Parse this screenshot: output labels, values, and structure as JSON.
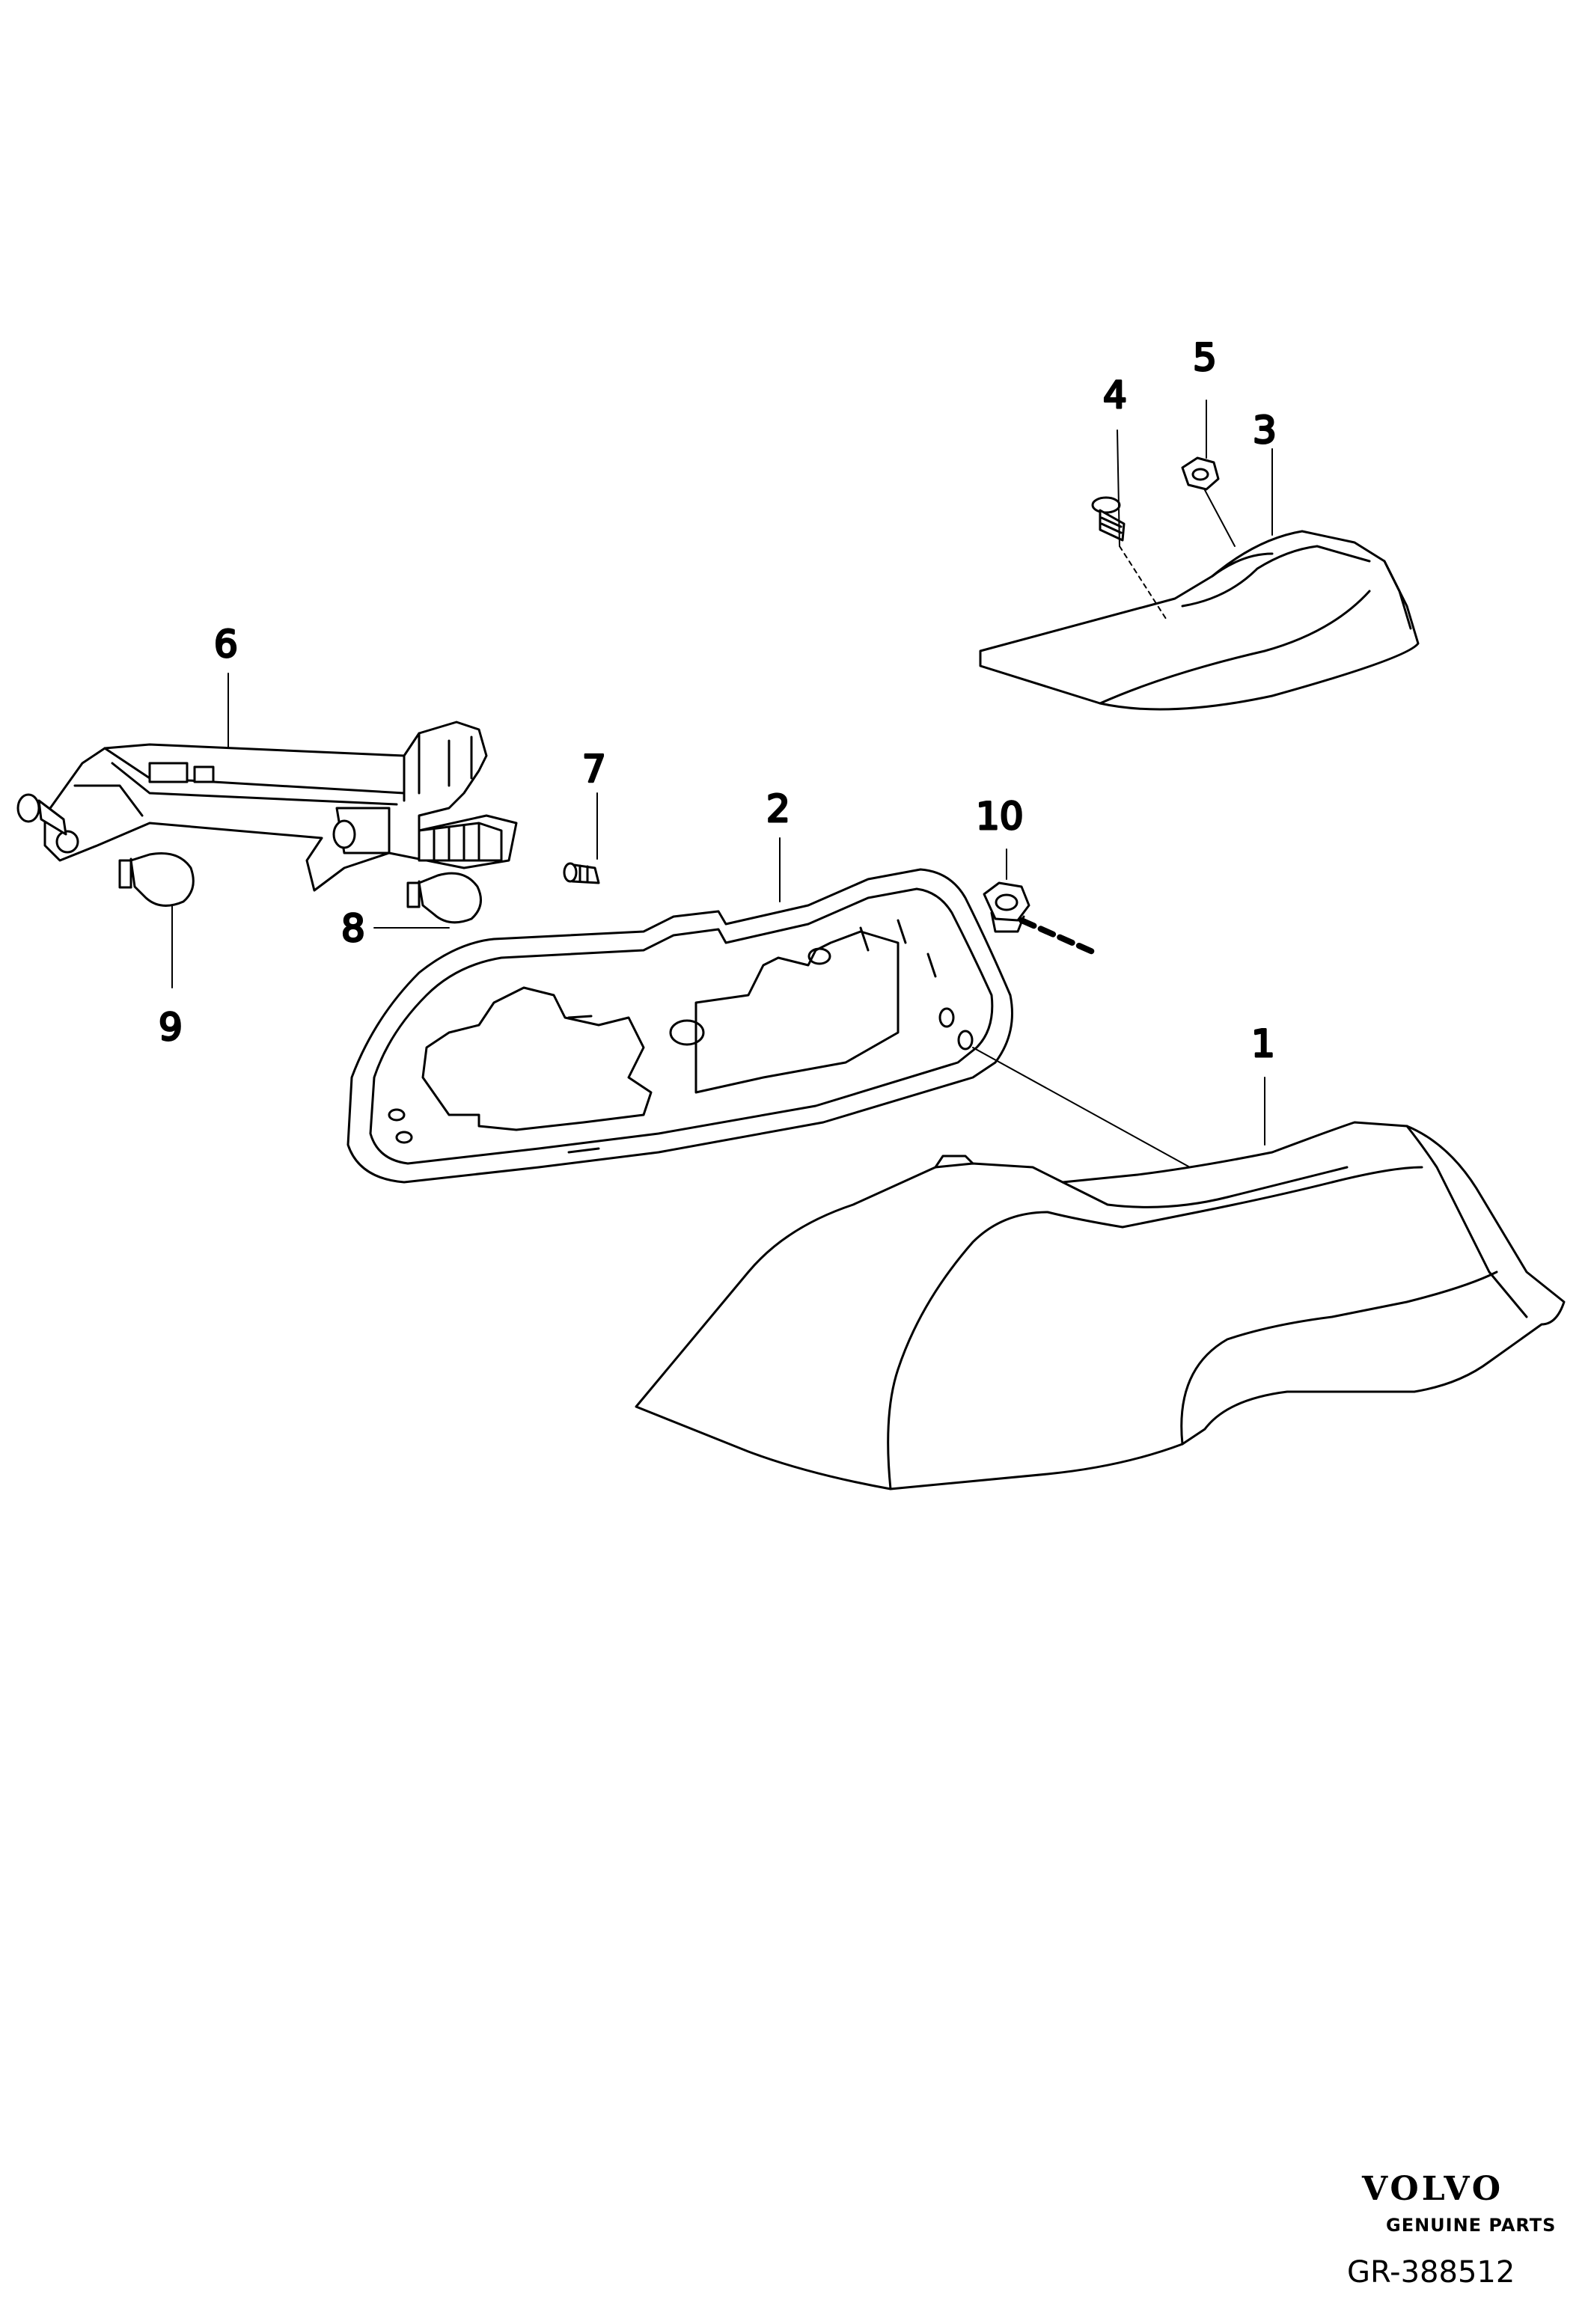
{
  "callouts": [
    {
      "id": "1",
      "label": "1"
    },
    {
      "id": "2",
      "label": "2"
    },
    {
      "id": "3",
      "label": "3"
    },
    {
      "id": "4",
      "label": "4"
    },
    {
      "id": "5",
      "label": "5"
    },
    {
      "id": "6",
      "label": "6"
    },
    {
      "id": "7",
      "label": "7"
    },
    {
      "id": "8",
      "label": "8"
    },
    {
      "id": "9",
      "label": "9"
    },
    {
      "id": "10",
      "label": "10"
    }
  ],
  "branding": {
    "logo_text": "VOLVO",
    "subtitle": "GENUINE PARTS",
    "reference": "GR-388512"
  },
  "colors": {
    "line": "#000000",
    "part_fill": "#ffffff",
    "background": "#ffffff"
  }
}
